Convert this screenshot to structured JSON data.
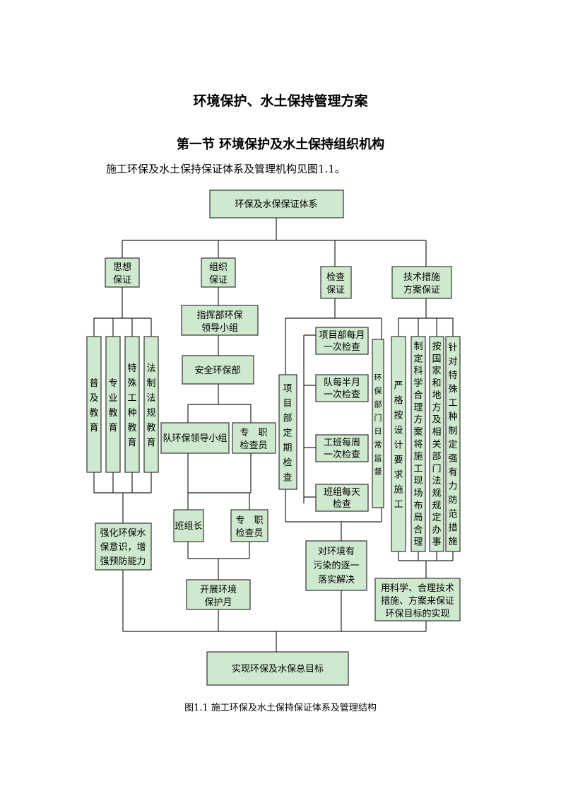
{
  "doc_title": "环境保护、水土保持管理方案",
  "section_title": "第一节  环境保护及水土保持组织机构",
  "intro_text": "施工环保及水土保持保证体系及管理机构见图1.1。",
  "caption": "图1.1 施工环保及水土保持保证体系及管理结构",
  "chart": {
    "top_box": "环保及水保保证体系",
    "group1": {
      "header": [
        "思想",
        "保证"
      ],
      "columns": [
        "普及教育",
        "专业教育",
        "特殊工种教育",
        "法制法规教育"
      ],
      "result": [
        "强化环保水",
        "保意识，增",
        "强预防能力"
      ]
    },
    "group2": {
      "header": [
        "组织",
        "保证"
      ],
      "command": [
        "指挥部环保",
        "领导小组"
      ],
      "safety": "安全环保部",
      "team_leader": "队环保领导小组",
      "inspector1": [
        "专　职",
        "检查员"
      ],
      "squad_leader": "班组长",
      "inspector2": [
        "专　职",
        "检查员"
      ],
      "activity": [
        "开展环境",
        "保护月"
      ]
    },
    "group3": {
      "header": [
        "检查",
        "保证"
      ],
      "vertical": "项目部定期检查",
      "items": [
        [
          "项目部每月",
          "一次检查"
        ],
        [
          "队每半月",
          "一次检查"
        ],
        [
          "工班每周",
          "一次检查"
        ],
        [
          "班组每天",
          "检查"
        ]
      ],
      "side": "环保部门日常监督",
      "result": [
        "对环境有",
        "污染的逐一",
        "落实解决"
      ]
    },
    "group4": {
      "header": [
        "技术措施",
        "方案保证"
      ],
      "columns": [
        "严格按设计要求施工",
        "制定科学合理方案将施工现场布局合理",
        "按国家和地方及相关部门法规规定办事",
        "针对特殊工种制定强有力防范措施"
      ],
      "result": [
        "用科学、合理技术",
        "措施、方案来保证",
        "环保目标的实现"
      ]
    },
    "goal": "实现环保及水保总目标"
  }
}
